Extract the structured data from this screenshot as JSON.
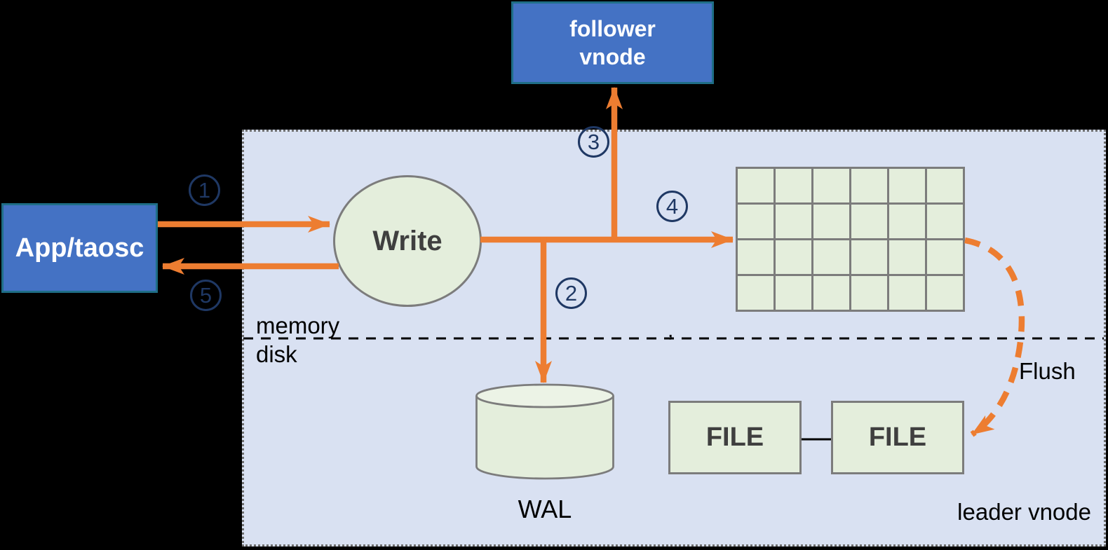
{
  "colors": {
    "background": "#000000",
    "box_blue": "#4472C4",
    "box_blue_border": "#1F6E87",
    "panel_fill": "#D9E1F2",
    "green_fill": "#E4EEDC",
    "green_border": "#7C7C7C",
    "orange": "#ED7D31",
    "navy": "#1F3864",
    "dark_text": "#3F3F3F"
  },
  "nodes": {
    "follower_vnode": {
      "line1": "follower",
      "line2": "vnode"
    },
    "app_taosc": {
      "label": "App/taosc"
    },
    "write": {
      "label": "Write"
    },
    "wal": {
      "label": "WAL"
    },
    "file_left": {
      "label": "FILE"
    },
    "file_right": {
      "label": "FILE"
    }
  },
  "labels": {
    "memory": "memory",
    "disk": "disk",
    "flush": "Flush",
    "leader_vnode": "leader vnode",
    "stray_mark": ","
  },
  "steps": [
    {
      "num": "1"
    },
    {
      "num": "2"
    },
    {
      "num": "3"
    },
    {
      "num": "4"
    },
    {
      "num": "5"
    }
  ],
  "grid": {
    "rows": 4,
    "cols": 6
  }
}
